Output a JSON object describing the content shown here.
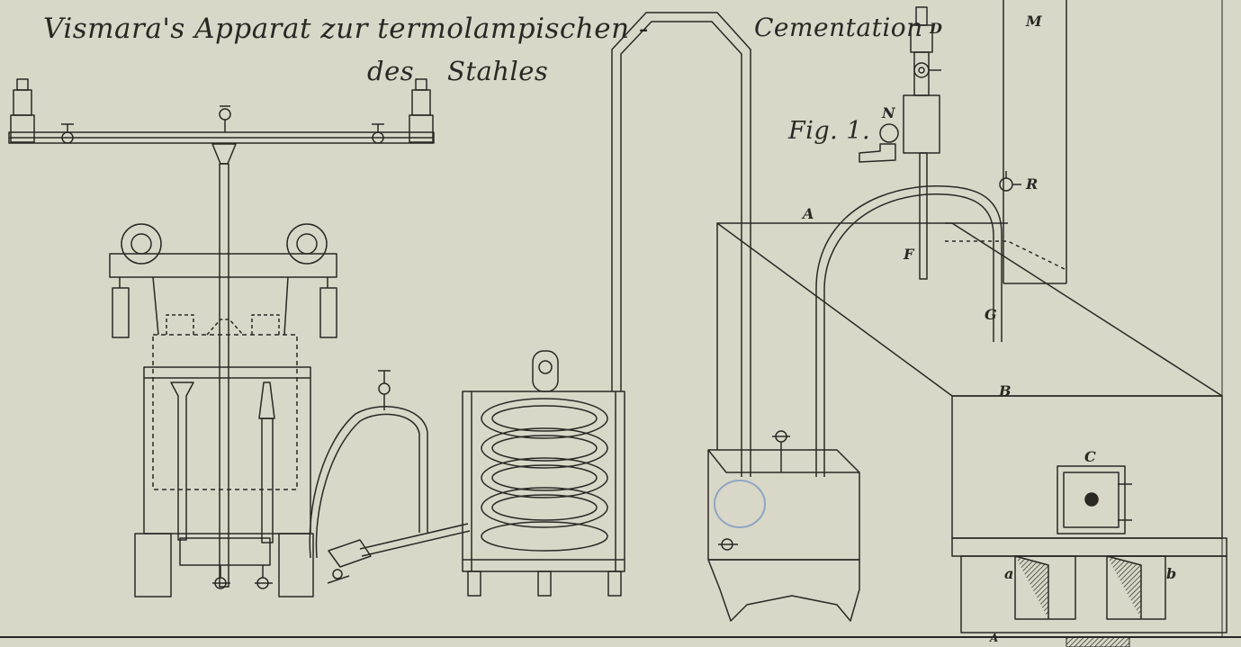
{
  "plate": {
    "title_line_1": "Vismara's Apparat zur termolampischen -",
    "title_line_2": "Cementation",
    "title_line_3a": "des",
    "title_line_3b": "Stahles",
    "figure_label": "Fig. 1."
  },
  "letters": {
    "A": "A",
    "B": "B",
    "C": "C",
    "D": "D",
    "F": "F",
    "G": "G",
    "M": "M",
    "N": "N",
    "R": "R",
    "a": "a",
    "b": "b",
    "A_bottom": "A"
  },
  "colors": {
    "paper": "#d9d7c8",
    "ink": "#2a2823",
    "stamp": "#8fa6c2"
  }
}
